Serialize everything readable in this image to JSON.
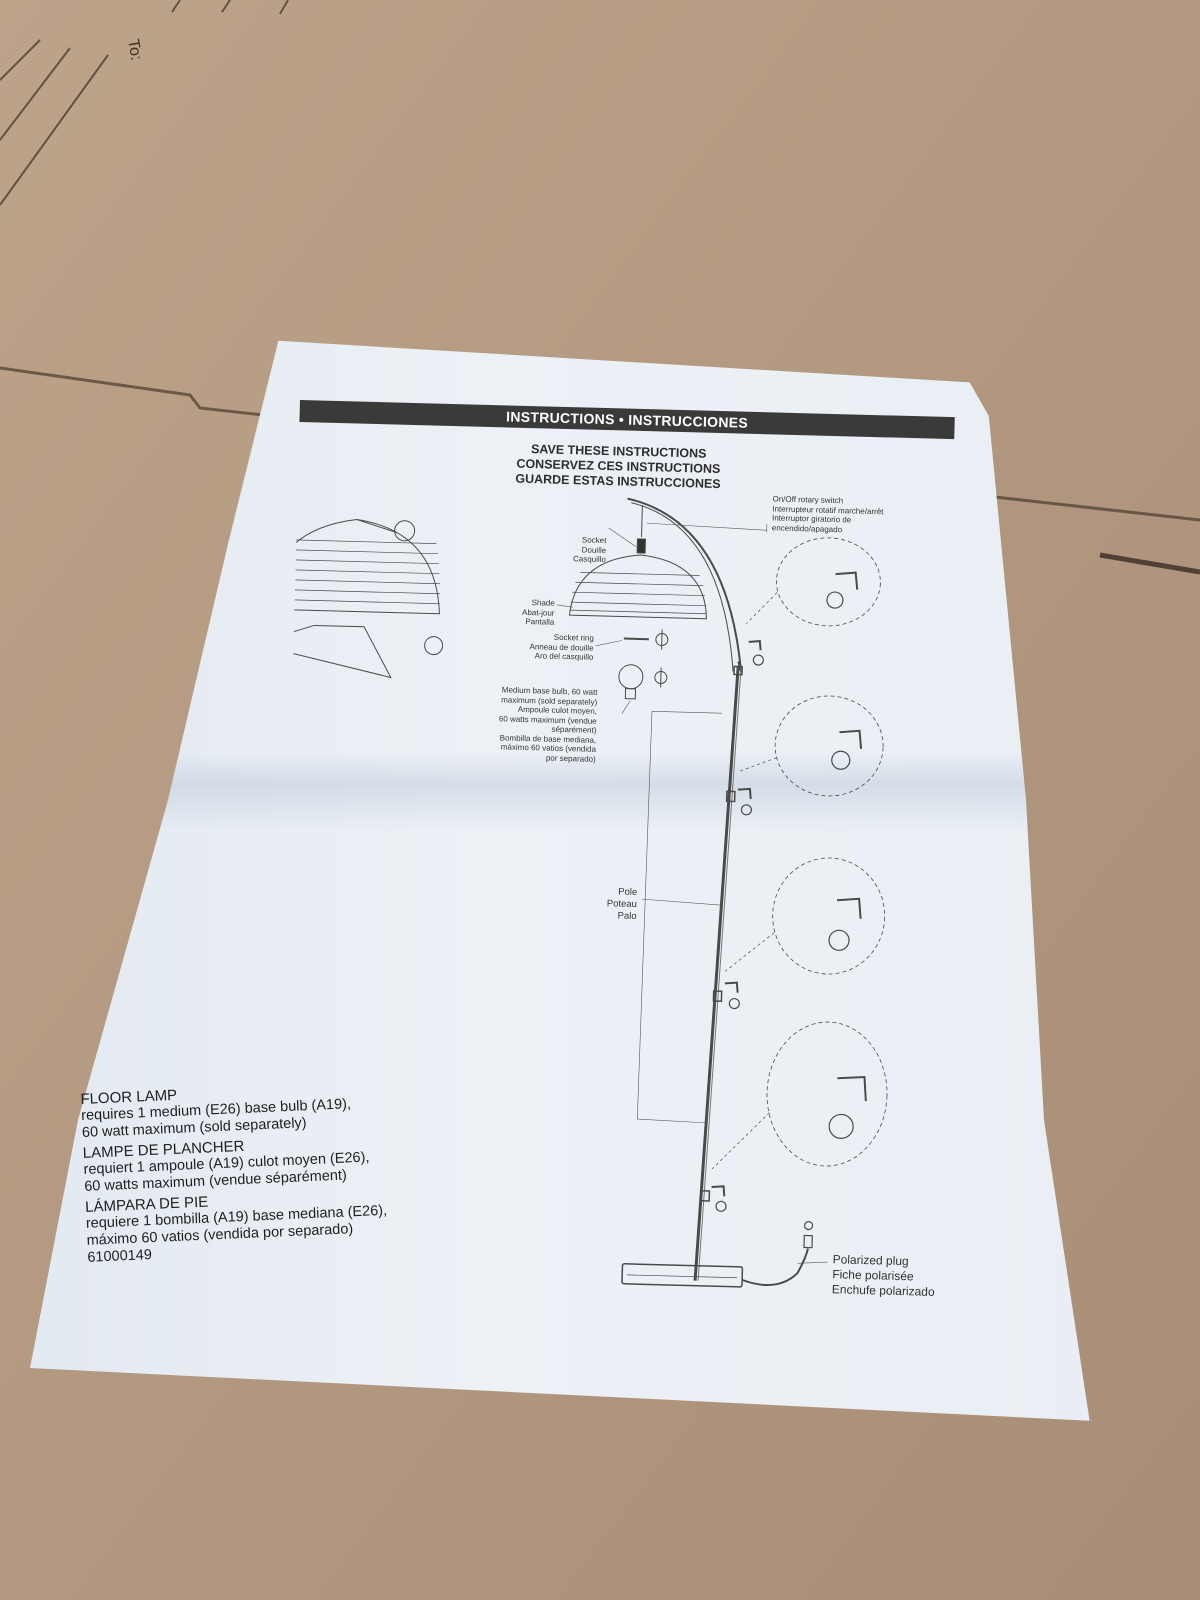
{
  "banner": "INSTRUCTIONS • INSTRUCCIONES",
  "save": [
    "SAVE THESE INSTRUCTIONS",
    "CONSERVEZ CES INSTRUCTIONS",
    "GUARDE ESTAS INSTRUCCIONES"
  ],
  "switch_label": [
    "On/Off rotary switch",
    "Interrupteur rotatif marche/arrêt",
    "Interruptor giratorio de",
    "encendido/apagado"
  ],
  "socket_label": [
    "Socket",
    "Douille",
    "Casquillo"
  ],
  "shade_label": [
    "Shade",
    "Abat-jour",
    "Pantalla"
  ],
  "socket_ring_label": [
    "Socket ring",
    "Anneau de douille",
    "Aro del casquillo"
  ],
  "bulb_label": [
    "Medium base bulb, 60 watt",
    "maximum (sold separately)",
    "Ampoule culot moyen,",
    "60 watts maximum (vendue",
    "séparément)",
    "Bombilla de base mediana,",
    "máximo 60 vatios (vendida",
    "por separado)"
  ],
  "pole_label": [
    "Pole",
    "Poteau",
    "Palo"
  ],
  "plug_label": [
    "Polarized plug",
    "Fiche polarisée",
    "Enchufe polarizado"
  ],
  "product": {
    "en_title": "FLOOR LAMP",
    "en_line1": "requires 1 medium (E26) base bulb (A19),",
    "en_line2": "60 watt maximum (sold separately)",
    "fr_title": "LAMPE DE PLANCHER",
    "fr_line1": "requiert 1 ampoule (A19) culot moyen (E26),",
    "fr_line2": "60 watts maximum (vendue séparément)",
    "es_title": "LÁMPARA DE PIE",
    "es_line1": "requiere 1 bombilla (A19) base mediana (E26),",
    "es_line2": "máximo 60 vatios (vendida por separado)",
    "model_number": "61000149"
  },
  "box_marking": "To:",
  "colors": {
    "cardboard": "#b39a82",
    "paper": "#e9eef4",
    "banner": "#3a3a3a",
    "ink": "#333333"
  }
}
